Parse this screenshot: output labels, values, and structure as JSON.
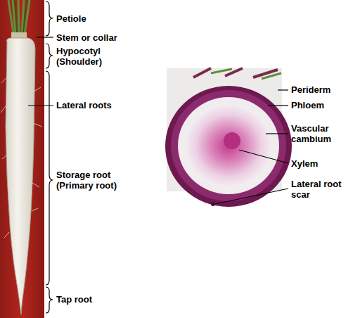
{
  "diagram": {
    "labels": [
      "Petiole",
      "Stem or collar",
      "Hypocotyl (Shoulder)",
      "Lateral roots",
      "Storage root (Primary root)",
      "Tap root",
      "Periderm",
      "Phloem",
      "Vascular cambium",
      "Xylem",
      "Lateral root scar"
    ]
  }
}
